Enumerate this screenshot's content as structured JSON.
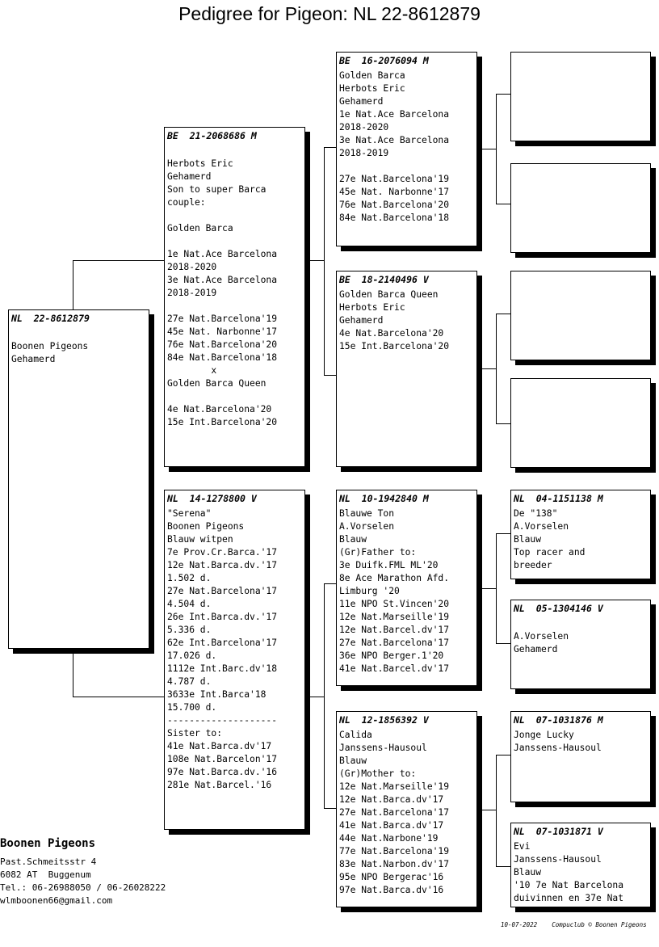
{
  "title": "Pedigree for Pigeon: NL  22-8612879",
  "pigeon": {
    "header": "NL  22-8612879",
    "lines": [
      "",
      "Boonen Pigeons",
      "Gehamerd"
    ]
  },
  "father": {
    "header": "BE  21-2068686 M",
    "lines": [
      "",
      "Herbots Eric",
      "Gehamerd",
      "Son to super Barca",
      "couple:",
      "",
      "Golden Barca",
      "",
      "1e Nat.Ace Barcelona",
      "2018-2020",
      "3e Nat.Ace Barcelona",
      "2018-2019",
      "",
      "27e Nat.Barcelona'19",
      "45e Nat. Narbonne'17",
      "76e Nat.Barcelona'20",
      "84e Nat.Barcelona'18",
      "        x",
      "Golden Barca Queen",
      "",
      "4e Nat.Barcelona'20",
      "15e Int.Barcelona'20"
    ]
  },
  "mother": {
    "header": "NL  14-1278800 V",
    "lines": [
      "\"Serena\"",
      "Boonen Pigeons",
      "Blauw witpen",
      "7e Prov.Cr.Barca.'17",
      "12e Nat.Barca.dv.'17",
      "1.502 d.",
      "27e Nat.Barcelona'17",
      "4.504 d.",
      "26e Int.Barca.dv.'17",
      "5.336 d.",
      "62e Int.Barcelona'17",
      "17.026 d.",
      "1112e Int.Barc.dv'18",
      "4.787 d.",
      "3633e Int.Barca'18",
      "15.700 d.",
      "--------------------",
      "Sister to:",
      "41e Nat.Barca.dv'17",
      "108e Nat.Barcelon'17",
      "97e Nat.Barca.dv.'16",
      "281e Nat.Barcel.'16"
    ]
  },
  "ff": {
    "header": "BE  16-2076094 M",
    "lines": [
      "Golden Barca",
      "Herbots Eric",
      "Gehamerd",
      "1e Nat.Ace Barcelona",
      "2018-2020",
      "3e Nat.Ace Barcelona",
      "2018-2019",
      "",
      "27e Nat.Barcelona'19",
      "45e Nat. Narbonne'17",
      "76e Nat.Barcelona'20",
      "84e Nat.Barcelona'18"
    ]
  },
  "fm": {
    "header": "BE  18-2140496 V",
    "lines": [
      "Golden Barca Queen",
      "Herbots Eric",
      "Gehamerd",
      "4e Nat.Barcelona'20",
      "15e Int.Barcelona'20"
    ]
  },
  "mf": {
    "header": "NL  10-1942840 M",
    "lines": [
      "Blauwe Ton",
      "A.Vorselen",
      "Blauw",
      "(Gr)Father to:",
      "3e Duifk.FML ML'20",
      "8e Ace Marathon Afd.",
      "Limburg '20",
      "11e NPO St.Vincen'20",
      "12e Nat.Marseille'19",
      "12e Nat.Barcel.dv'17",
      "27e Nat.Barcelona'17",
      "36e NPO Berger.1'20",
      "41e Nat.Barcel.dv'17"
    ]
  },
  "mm": {
    "header": "NL  12-1856392 V",
    "lines": [
      "Calida",
      "Janssens-Hausoul",
      "Blauw",
      "(Gr)Mother to:",
      "12e Nat.Marseille'19",
      "12e Nat.Barca.dv'17",
      "27e Nat.Barcelona'17",
      "41e Nat.Barca.dv'17",
      "44e Nat.Narbone'19",
      "77e Nat.Barcelona'19",
      "83e Nat.Narbon.dv'17",
      "95e NPO Bergerac'16",
      "97e Nat.Barca.dv'16"
    ]
  },
  "mff": {
    "header": "NL  04-1151138 M",
    "lines": [
      "De \"138\"",
      "A.Vorselen",
      "Blauw",
      "Top racer and",
      "breeder"
    ]
  },
  "mfm": {
    "header": "NL  05-1304146 V",
    "lines": [
      "",
      "A.Vorselen",
      "Gehamerd"
    ]
  },
  "mmf": {
    "header": "NL  07-1031876 M",
    "lines": [
      "Jonge Lucky",
      "Janssens-Hausoul"
    ]
  },
  "mmm": {
    "header": "NL  07-1031871 V",
    "lines": [
      "Evi",
      "Janssens-Hausoul",
      "Blauw",
      "'10 7e Nat Barcelona",
      "duivinnen en 37e Nat"
    ]
  },
  "owner": {
    "name": "Boonen Pigeons",
    "lines": [
      "Past.Schmeitsstr 4",
      "6082 AT  Buggenum",
      "Tel.: 06-26988050 / 06-26028222",
      "wlmboonen66@gmail.com"
    ]
  },
  "footer": "10-07-2022    Compuclub © Boonen Pigeons"
}
